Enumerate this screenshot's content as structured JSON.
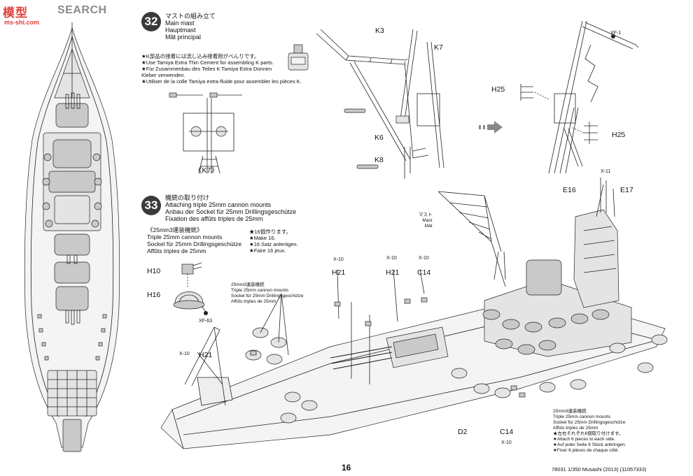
{
  "watermark": {
    "logo": "模型",
    "search": "SEARCH",
    "url": "ms-shi.com"
  },
  "step32": {
    "number": "32",
    "title_lines": [
      "マストの組み立て",
      "Main mast",
      "Hauptmast",
      "Mât principal"
    ],
    "note_lines": [
      "★K部品の接着には流し込み接着剤がべんりです。",
      "★Use Tamiya Extra Thin Cement for assembling K parts.",
      "★Für Zusammenbau des Teiles K Tamiya Extra Dünnen",
      "Kleber verwenden.",
      "★Utiliser de la colle Tamiya extra-fluide pour assembler les pièces K."
    ],
    "k7_label": "《K7》",
    "parts": {
      "k3": "K3",
      "k7": "K7",
      "k6": "K6",
      "k8": "K8",
      "xf1": "XF-1",
      "h25_left": "H25",
      "h25_right": "H25"
    }
  },
  "step33": {
    "number": "33",
    "title_lines": [
      "機銃の取り付け",
      "Attaching triple 25mm cannon mounts",
      "Anbau der Sockel für 25mm Drillingsgeschütze",
      "Fixation des affûts triples de 25mm"
    ],
    "sub_lines": [
      "《25mm3連装機銃》",
      "Triple 25mm cannon mounts",
      "Sockel für 25mm Drillingsgeschütze",
      "Affûts triples de 25mm"
    ],
    "make_lines": [
      "★16個作ります。",
      "★Make 16.",
      "★16 Satz anfertigen.",
      "★Faire 16 jeux."
    ],
    "callout_lines": [
      "25mm3連装機銃",
      "Triple 25mm cannon mounts",
      "Sockel für 25mm Drillingsgeschütze",
      "Affûts triples de 25mm"
    ],
    "bottom_lines": [
      "25mm3連装機銃",
      "Triple 25mm cannon mounts",
      "Sockel für 25mm Drillingsgeschütze",
      "Affûts triples de 25mm",
      "★左右それぞれ6個取り付けます。",
      "★Attach 6 pieces to each side.",
      "★Auf jeder Seite 6 Stück anbringen.",
      "★Fixer 6 pièces de chaque côté."
    ],
    "mast_lines": [
      "マスト",
      "Mast",
      "Mât"
    ],
    "parts": {
      "h10": "H10",
      "h16": "H16",
      "xf63": "XF-63",
      "x10_a": "X-10",
      "h21_a": "H21",
      "x10_b": "X-10",
      "h21_b": "H21",
      "x10_c": "X-10",
      "c14_a": "C14",
      "x10_d": "X-10",
      "h21_d": "H21",
      "x11": "X-11",
      "e16": "E16",
      "e17": "E17",
      "d2": "D2",
      "c14_b": "C14",
      "x10_e": "X-10"
    }
  },
  "footer": {
    "page_number": "16",
    "code": "78031  1/350 Musashi (2013) (11057333)"
  }
}
